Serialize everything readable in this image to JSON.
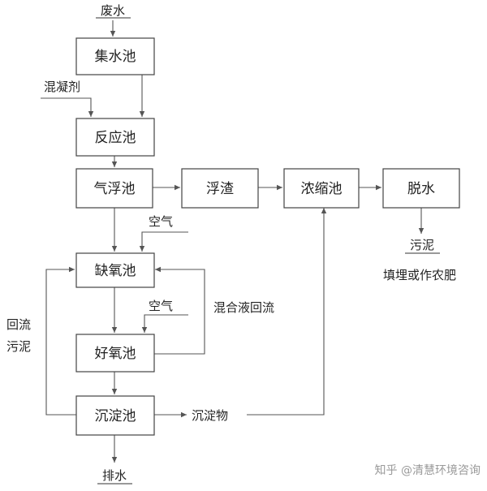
{
  "nodes": {
    "collection_tank": "集水池",
    "reaction_tank": "反应池",
    "flotation_tank": "气浮池",
    "scum": "浮渣",
    "thickener": "浓缩池",
    "dewatering": "脱水",
    "anoxic_tank": "缺氧池",
    "aerobic_tank": "好氧池",
    "sedimentation_tank": "沉淀池"
  },
  "labels": {
    "wastewater": "废水",
    "coagulant": "混凝剂",
    "air_1": "空气",
    "air_2": "空气",
    "mixed_liquor_return": "混合液回流",
    "return_sludge_line1": "回流",
    "return_sludge_line2": "污泥",
    "sediment": "沉淀物",
    "sludge": "污泥",
    "sludge_use": "填埋或作农肥",
    "discharge": "排水"
  },
  "watermark": "知乎 @清慧环境咨询"
}
